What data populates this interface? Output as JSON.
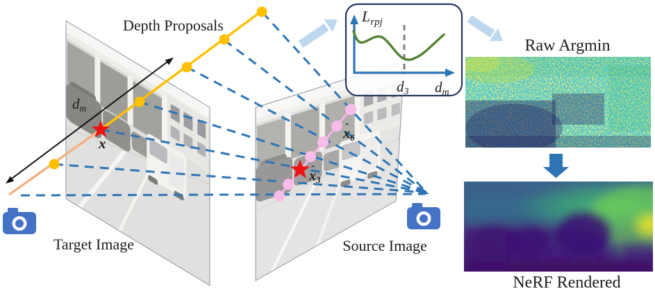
{
  "figure": {
    "depth_proposals_label": "Depth Proposals",
    "target_image_label": "Target Image",
    "source_image_label": "Source Image",
    "raw_argmin_label": "Raw Argmin",
    "nerf_rendered_label": "NeRF Rendered"
  },
  "math": {
    "ray_distance": {
      "base": "d",
      "sub": "m"
    },
    "target_point": {
      "base": "x"
    },
    "source_point_3": {
      "hat": "ˆ",
      "base": "x",
      "sub": "3"
    },
    "source_point_6": {
      "hat": "ˆ",
      "base": "x",
      "sub": "6"
    },
    "loss_plot": {
      "y_axis": {
        "base": "L",
        "sub": "rpj"
      },
      "min_tick": {
        "base": "d",
        "sub": "3"
      },
      "x_axis": {
        "base": "d",
        "sub": "m"
      }
    }
  },
  "icons": {
    "target_camera": "camera",
    "source_camera": "camera",
    "flow_arrow_to_plot": "arrow-up-right",
    "flow_arrow_to_argmin": "arrow-down-right",
    "pipeline_down_arrow": "arrow-down",
    "depth_axis_arrow": "double-headed-arrow",
    "epipolar_convergence": "arrowhead"
  },
  "colors": {
    "camera_blue": "#4472C4",
    "epipolar_dashed_blue": "#2E75B6",
    "depth_proposal_yellow": "#FFC000",
    "ray_orange": "#F5B183",
    "match_pink": "#F7B9E6",
    "star_red": "#EE1111",
    "loss_curve_green": "#548235",
    "plot_axis_blue": "#2E75B6",
    "plot_border_navy": "#24365E",
    "flow_arrow_light_blue": "#BDD7EE",
    "flow_arrow_solid_blue": "#2E74B5",
    "viridis_dark_purple": "#440154",
    "viridis_yellow": "#FDE725"
  }
}
